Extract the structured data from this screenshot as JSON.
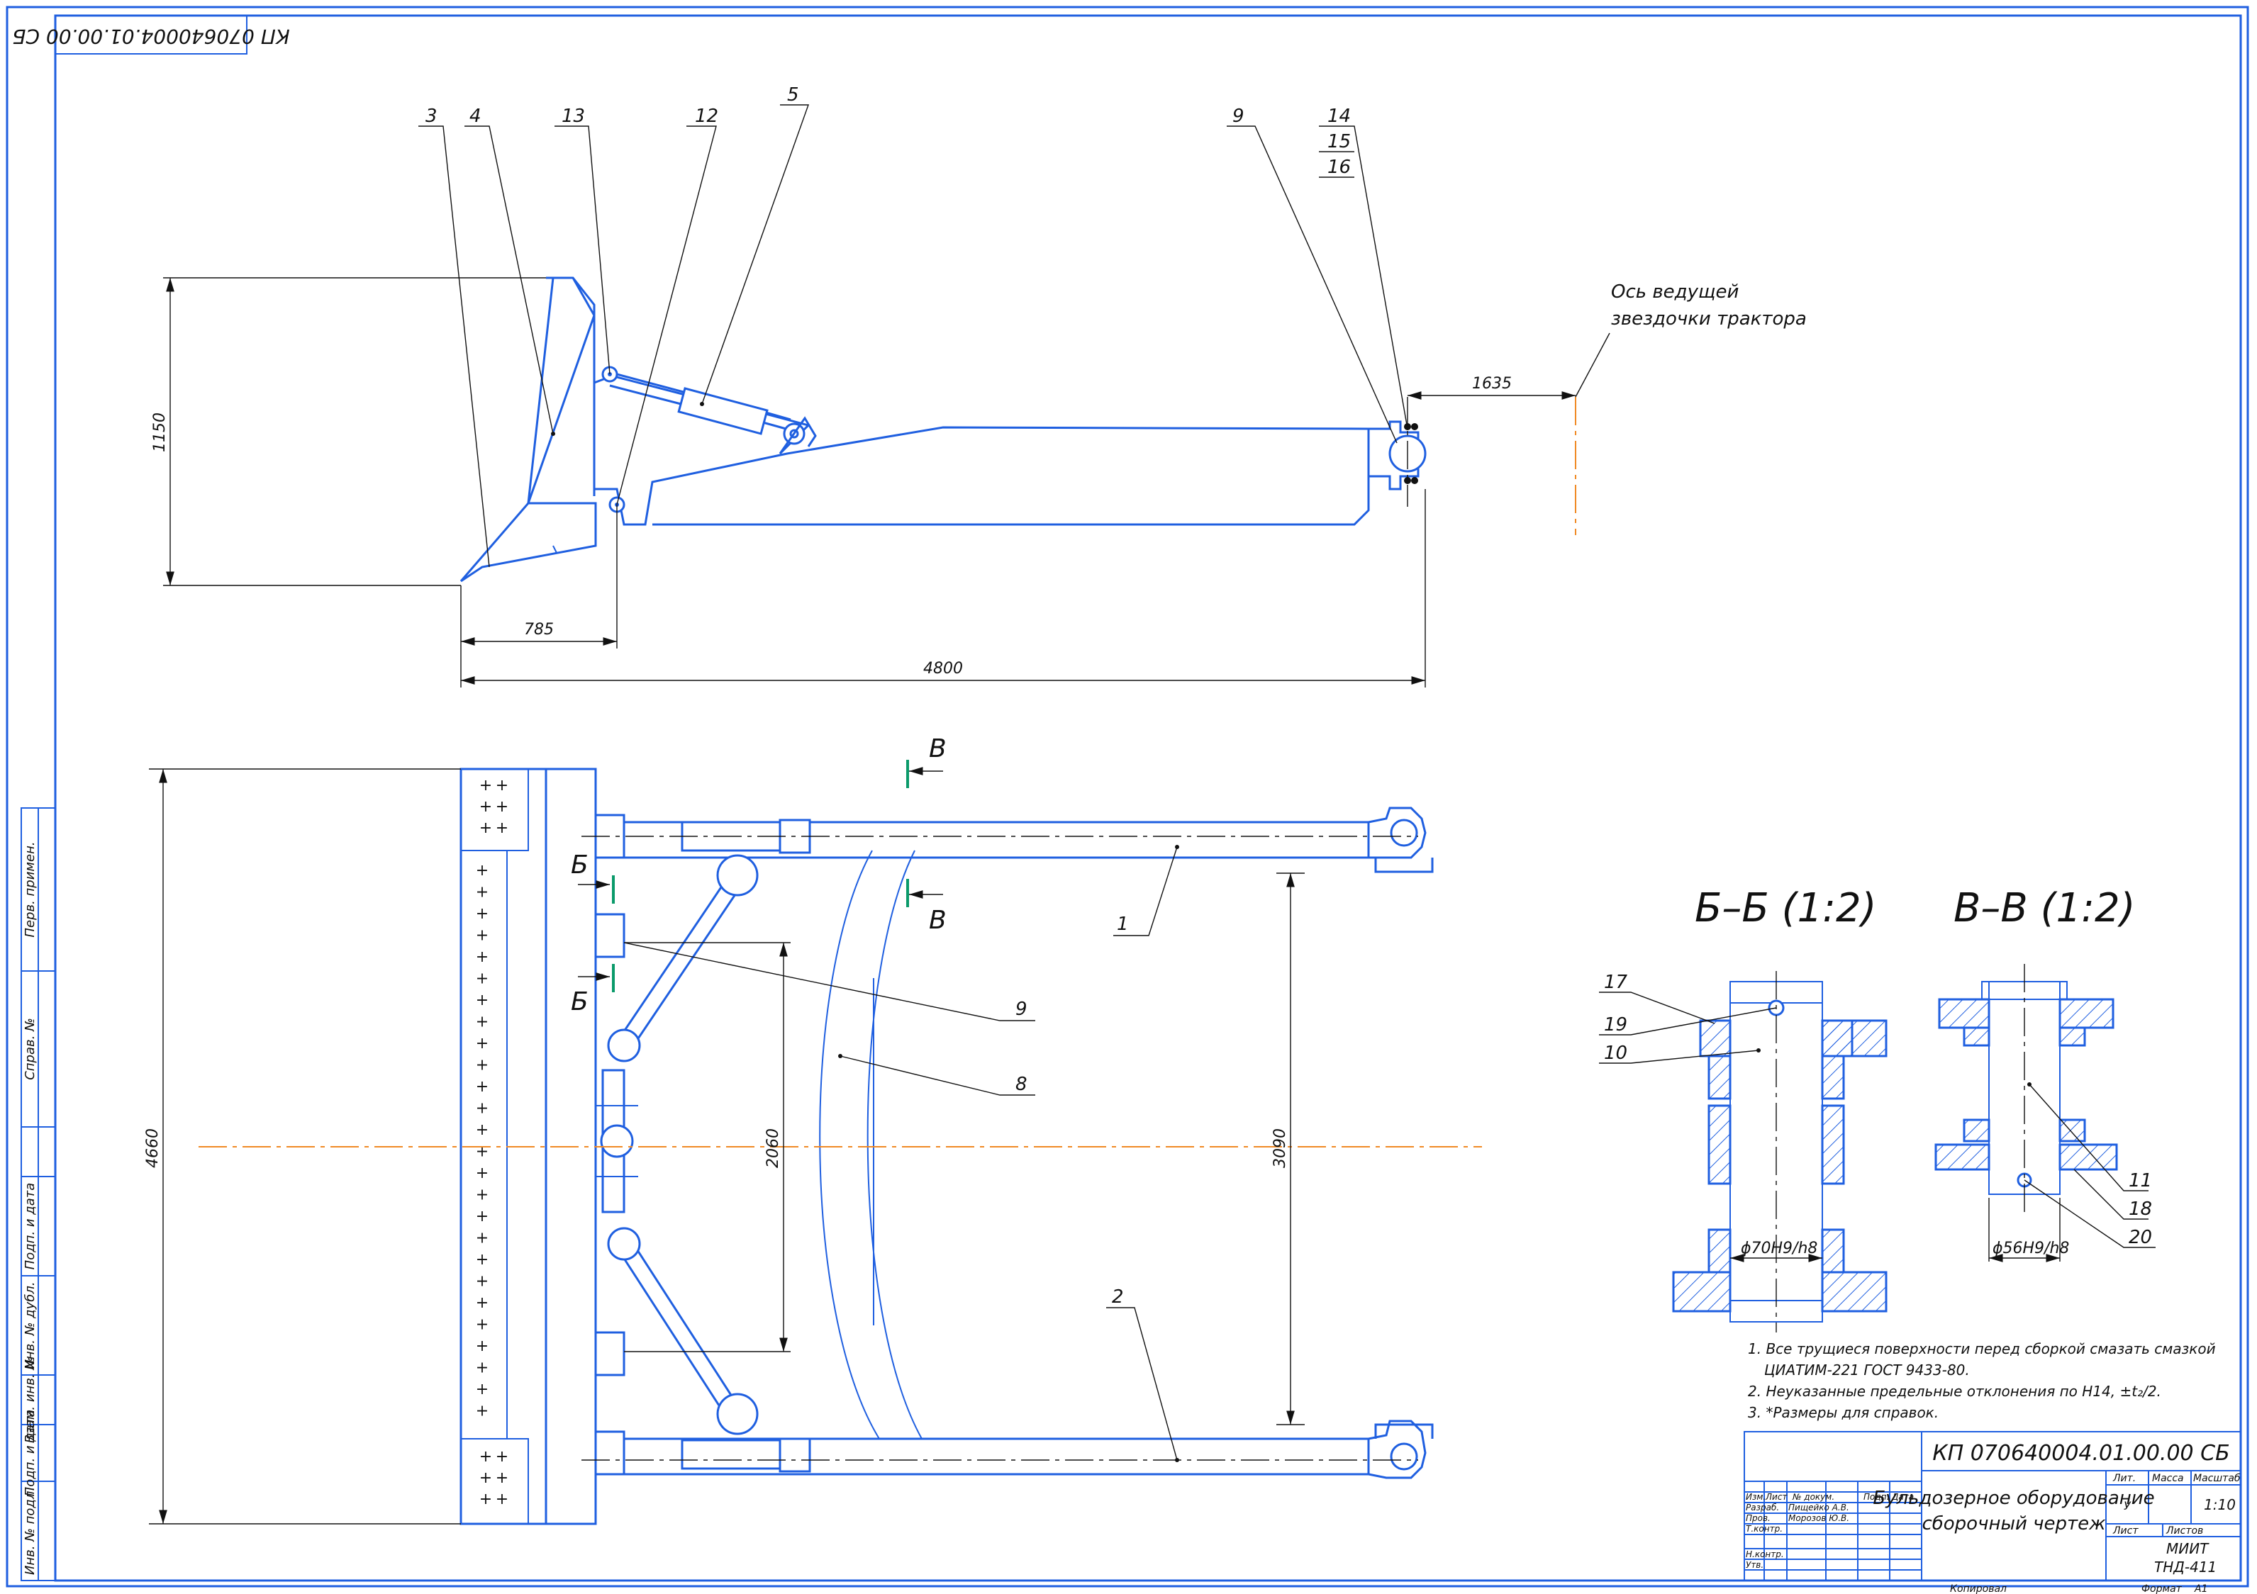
{
  "stamp_top": "КП 070640004.01.00.00 СБ",
  "positions": {
    "p1": "1",
    "p2": "2",
    "p3": "3",
    "p4": "4",
    "p5": "5",
    "p8": "8",
    "p9a": "9",
    "p9b": "9",
    "p10": "10",
    "p11": "11",
    "p12": "12",
    "p13": "13",
    "p14": "14",
    "p15": "15",
    "p16": "16",
    "p17": "17",
    "p18": "18",
    "p19": "19",
    "p20": "20"
  },
  "dimensions": {
    "d1150": "1150",
    "d785": "785",
    "d4800": "4800",
    "d1635": "1635",
    "d4660": "4660",
    "d2060": "2060",
    "d3090": "3090",
    "fit_bb": "ϕ70H9/h8",
    "fit_vv": "ϕ56H9/h8"
  },
  "axis_note": [
    "Ось ведущей",
    "звездочки трактора"
  ],
  "sections": {
    "b_title": "Б–Б (1:2)",
    "v_title": "В–В (1:2)",
    "mark_b": "Б",
    "mark_v": "В"
  },
  "notes": [
    "1. Все трущиеся поверхности перед сборкой смазать смазкой",
    "ЦИАТИМ-221 ГОСТ 9433-80.",
    "2. Неуказанные предельные отклонения по Н14, ±t₂/2.",
    "3. *Размеры для справок."
  ],
  "side_stamp": [
    "Перв. примен.",
    "Справ. №",
    "Подп. и дата",
    "Инв. № дубл.",
    "Взам. инв. №",
    "Подп. и дата",
    "Инв. № подл."
  ],
  "title_block": {
    "code": "КП 070640004.01.00.00 СБ",
    "name_line1": "Бульдозерное оборудование",
    "name_line2": "сборочный чертеж",
    "col_headers": [
      "Изм.",
      "Лист",
      "№ докум.",
      "Подп.",
      "Дата"
    ],
    "roles": [
      "Разраб.",
      "Пров.",
      "Т.контр.",
      "",
      "Н.контр.",
      "Утв."
    ],
    "people": [
      "Пищейко А.В.",
      "Морозов Ю.В."
    ],
    "lit": "Лит.",
    "mass": "Масса",
    "scale_h": "Масштаб",
    "lit_val": "У",
    "scale_val": "1:10",
    "sheet": "Лист",
    "sheets": "Листов",
    "org1": "МИИТ",
    "org2": "ТНД-411",
    "copied": "Копировал",
    "format": "Формат",
    "format_val": "А1"
  }
}
